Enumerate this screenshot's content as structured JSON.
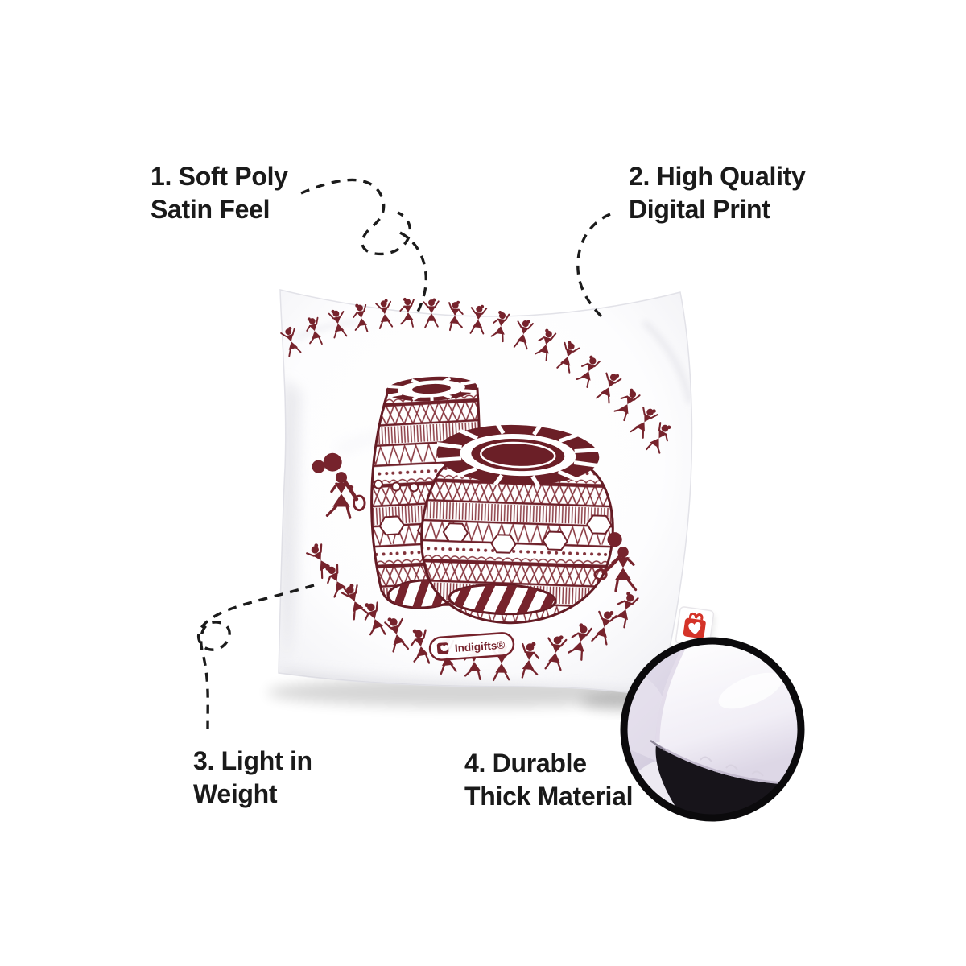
{
  "page": {
    "background": "#ffffff"
  },
  "features": [
    {
      "label": "1. Soft Poly\nSatin Feel"
    },
    {
      "label": "2. High Quality\nDigital Print"
    },
    {
      "label": "3. Light in\nWeight"
    },
    {
      "label": "4. Durable\nThick Material"
    }
  ],
  "pillow": {
    "brand_stamp": "Indigifts®",
    "print_theme_icons": [
      "warli-dancers-icon",
      "warli-drums-icon",
      "horn-player-icon"
    ],
    "print_color": "#76232c",
    "fabric_color": "#ffffff"
  },
  "brand_tag": {
    "icon": "gift-heart-icon",
    "background": "#ffffff",
    "icon_color": "#d43328"
  },
  "callouts": {
    "line_color": "#1b1b1b",
    "style": "dashed"
  },
  "inset": {
    "border_color": "#0b0a0c",
    "fabric_colors": {
      "satin_white": "#f7f5fa",
      "lavender": "#cfc8db",
      "backing_black": "#17141a"
    }
  }
}
